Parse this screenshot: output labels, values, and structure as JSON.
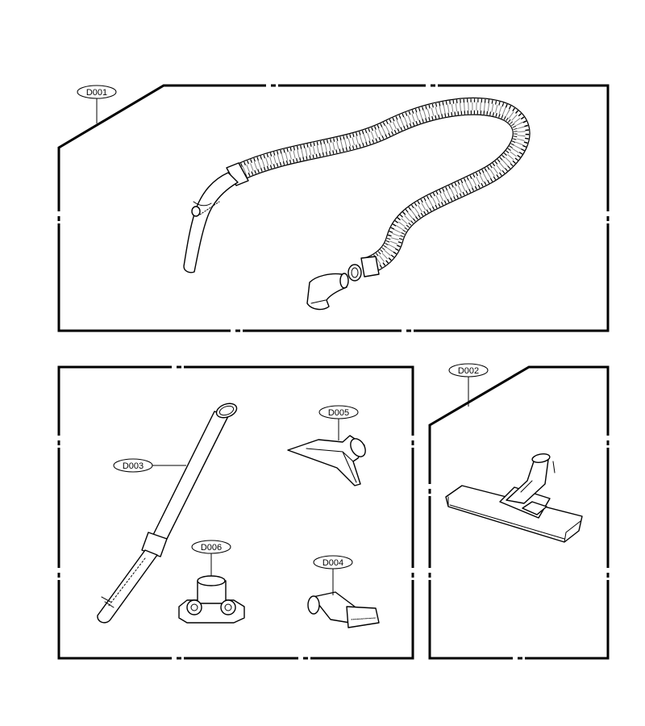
{
  "parts": {
    "hose": {
      "code": "D001"
    },
    "floor_nozzle": {
      "code": "D002"
    },
    "extension_pipe": {
      "code": "D003"
    },
    "dusting_brush": {
      "code": "D004"
    },
    "upholstery_nozzle": {
      "code": "D005"
    },
    "tool_holder": {
      "code": "D006"
    }
  }
}
